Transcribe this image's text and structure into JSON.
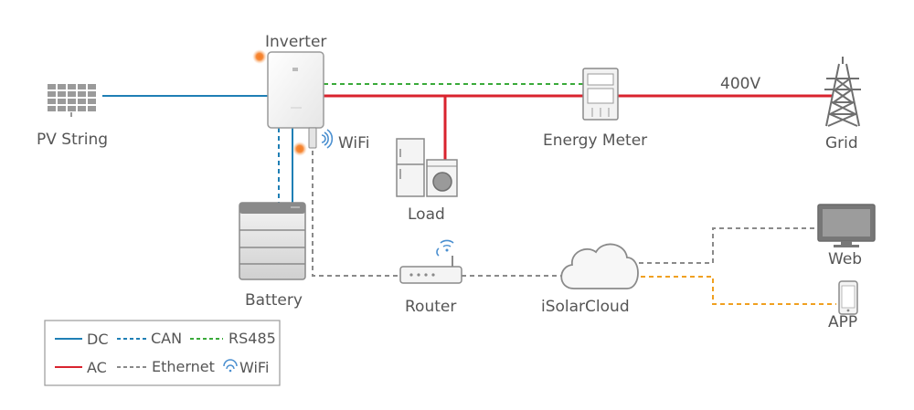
{
  "diagram": {
    "nodes": {
      "inverter": {
        "label": "Inverter",
        "icon": "inverter-icon"
      },
      "pv_string": {
        "label": "PV String",
        "icon": "solar-panel-icon"
      },
      "wifi_module": {
        "label": "WiFi",
        "icon": "wifi-dongle-icon"
      },
      "energy_meter": {
        "label": "Energy Meter",
        "icon": "energy-meter-icon"
      },
      "grid": {
        "label": "Grid",
        "icon": "transmission-tower-icon",
        "voltage": "400V"
      },
      "load": {
        "label": "Load",
        "icon": "appliance-icon"
      },
      "battery": {
        "label": "Battery",
        "icon": "battery-stack-icon"
      },
      "router": {
        "label": "Router",
        "icon": "router-icon"
      },
      "cloud": {
        "label": "iSolarCloud",
        "icon": "cloud-icon"
      },
      "web": {
        "label": "Web",
        "icon": "monitor-icon"
      },
      "app": {
        "label": "APP",
        "icon": "smartphone-icon"
      }
    },
    "legend": {
      "dc": "DC",
      "can": "CAN",
      "rs485": "RS485",
      "ac": "AC",
      "ethernet": "Ethernet",
      "wifi": "WiFi"
    },
    "colors": {
      "dc": "#1f7fb5",
      "can": "#1f7fb5",
      "rs485": "#3aaa3a",
      "ac": "#d9232e",
      "ethernet": "#8a8a8a",
      "wifi": "#4a8fd0",
      "app_link": "#f0a020",
      "highlight_dot": "#f57b20"
    }
  }
}
